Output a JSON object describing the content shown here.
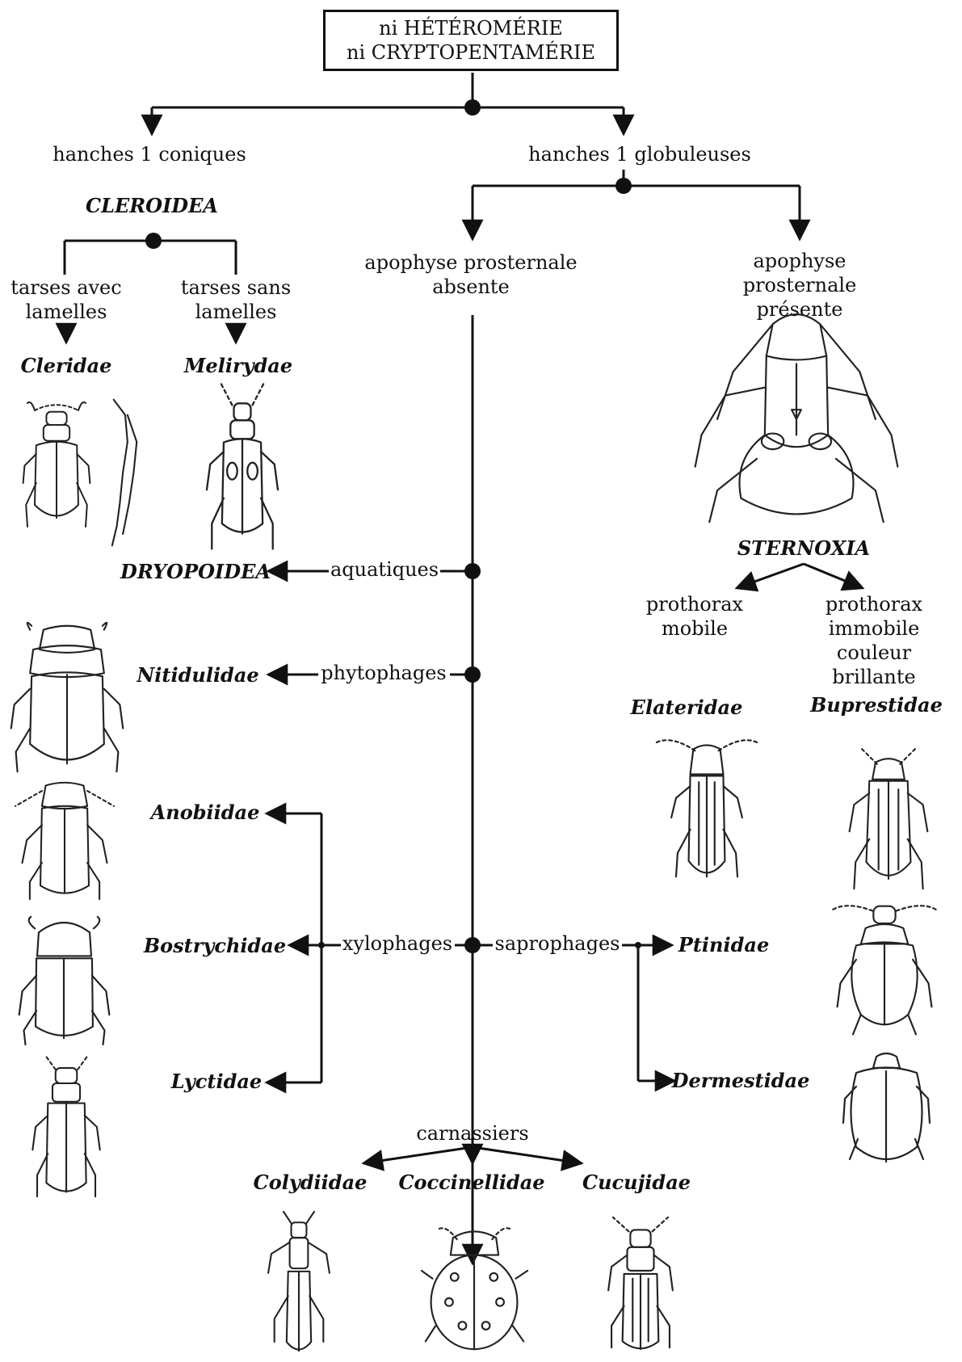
{
  "root": {
    "line1": "ni HÉTÉROMÉRIE",
    "line2": "ni CRYPTOPENTAMÉRIE"
  },
  "branches": {
    "hanches_coniques": "hanches 1 coniques",
    "hanches_globuleuses": "hanches 1 globuleuses"
  },
  "cleroidea": {
    "group": "CLEROIDEA",
    "with_lamellae": "tarses avec\nlamelles",
    "without_lamellae": "tarses sans\nlamelles",
    "family_with": "Cleridae",
    "family_without": "Melirydae"
  },
  "apophyse": {
    "absent": "apophyse prosternale\nabsente",
    "present": "apophyse prosternale\nprésente"
  },
  "sternoxia": {
    "group": "STERNOXIA",
    "mobile": "prothorax\nmobile",
    "immobile": "prothorax\nimmobile\ncouleur brillante",
    "family_mobile": "Elateridae",
    "family_immobile": "Buprestidae"
  },
  "habits": {
    "aquatic": "aquatiques",
    "phyto": "phytophages",
    "xylo": "xylophages",
    "sapro": "saprophages",
    "carnivore": "carnassiers"
  },
  "families": {
    "dryopoidea": "DRYOPOIDEA",
    "nitidulidae": "Nitidulidae",
    "anobiidae": "Anobiidae",
    "bostrychidae": "Bostrychidae",
    "lyctidae": "Lyctidae",
    "ptinidae": "Ptinidae",
    "dermestidae": "Dermestidae",
    "colydiidae": "Colydiidae",
    "coccinellidae": "Coccinellidae",
    "cucujidae": "Cucujidae"
  },
  "icons": [
    "beetle-icon",
    "ladybird-icon",
    "tarsus-icon",
    "prosternum-icon"
  ]
}
